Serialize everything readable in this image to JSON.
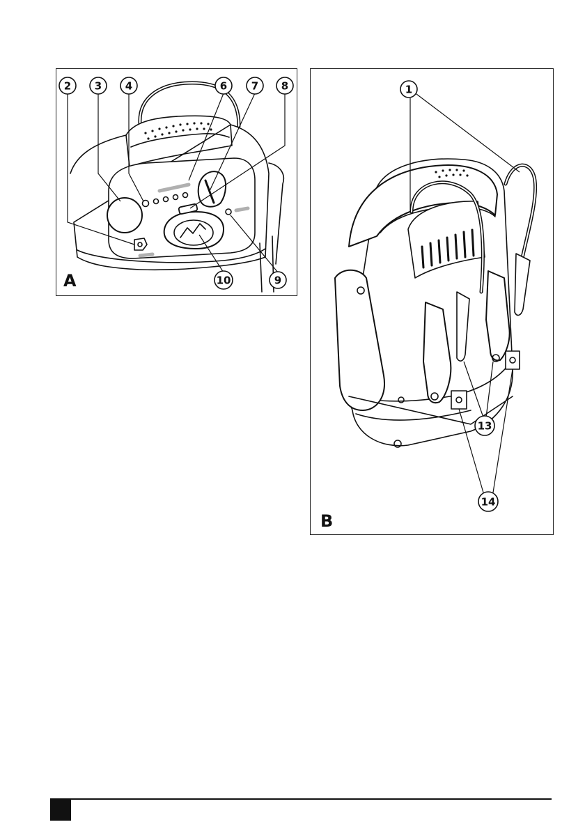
{
  "figure_a": {
    "letter": "A",
    "callouts": [
      "2",
      "3",
      "4",
      "6",
      "7",
      "8",
      "10",
      "9"
    ]
  },
  "figure_b": {
    "letter": "B",
    "callouts": [
      "1",
      "13",
      "14"
    ]
  },
  "colors": {
    "ink": "#111111",
    "paper": "#ffffff",
    "tone": "#b0b0b0"
  }
}
